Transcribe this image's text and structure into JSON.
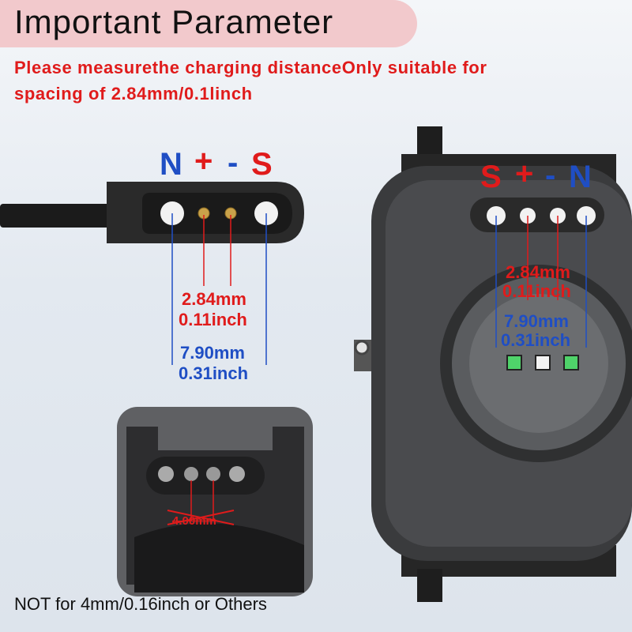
{
  "title": "Important Parameter",
  "warning_line1": "Please measurethe charging distanceOnly suitable for",
  "warning_line2": "spacing of 2.84mm/0.1linch",
  "cable_labels": {
    "n": "N",
    "plus": "+",
    "minus": "-",
    "s": "S"
  },
  "cable_measure": {
    "small_mm": "2.84mm",
    "small_inch": "0.11inch",
    "large_mm": "7.90mm",
    "large_inch": "0.31inch"
  },
  "watch_labels": {
    "s": "S",
    "plus": "+",
    "minus": "-",
    "n": "N"
  },
  "watch_measure": {
    "small_mm": "2.84mm",
    "small_inch": "0.11inch",
    "large_mm": "7.90mm",
    "large_inch": "0.31inch"
  },
  "inset_measure": "4.00mm",
  "bottom_note": "NOT for 4mm/0.16inch or Others",
  "colors": {
    "red": "#e01b1b",
    "blue": "#1f4ec4",
    "title_bg": "#f2c9cc",
    "green_pad": "#4fd36a"
  }
}
